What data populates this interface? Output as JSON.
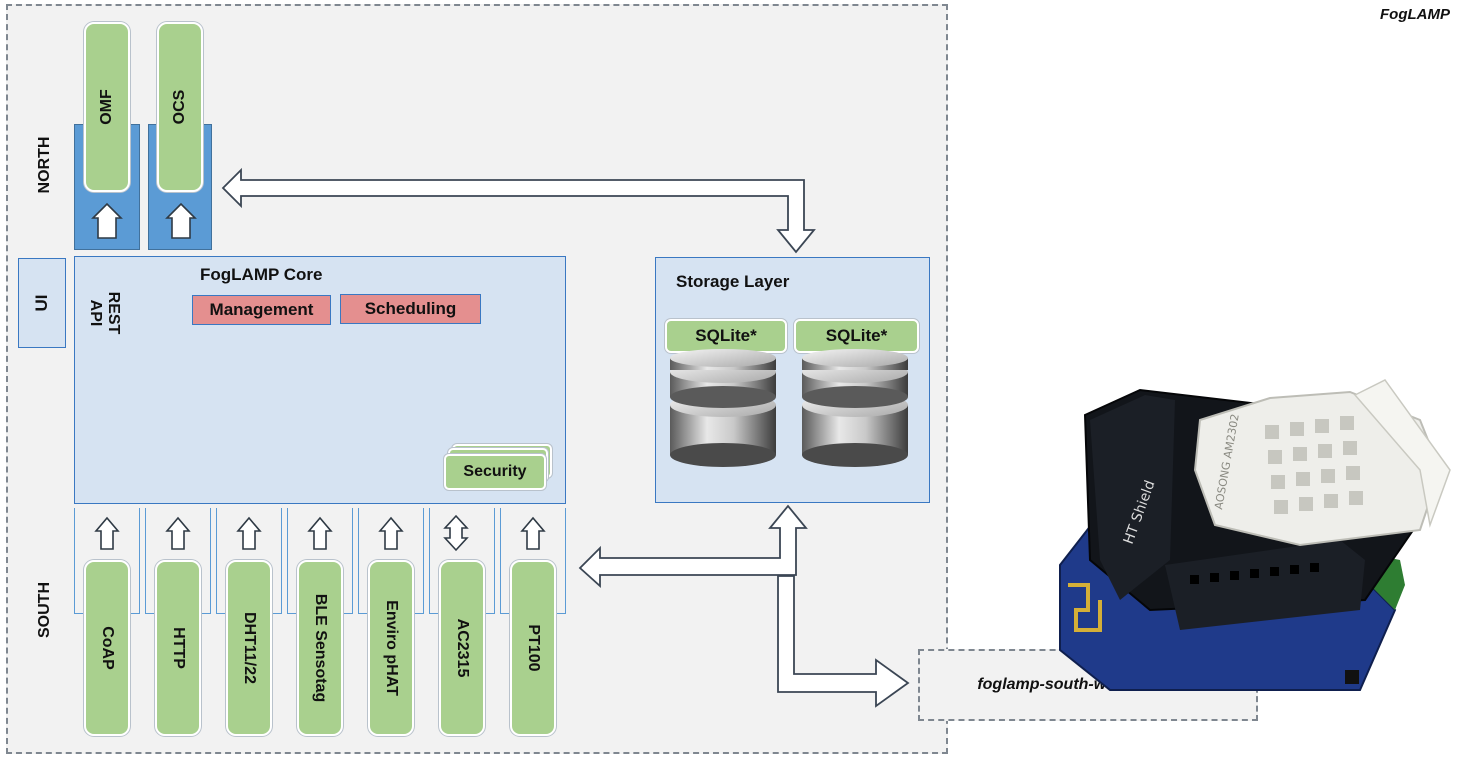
{
  "frame": {
    "title": "FogLAMP"
  },
  "north": {
    "label": "NORTH",
    "plugins": [
      "OMF",
      "OCS"
    ]
  },
  "ui": {
    "label": "UI"
  },
  "core": {
    "rest_api": "REST API",
    "title": "FogLAMP Core",
    "management": "Management",
    "scheduling": "Scheduling",
    "security": "Security"
  },
  "storage": {
    "title": "Storage Layer",
    "engines": [
      "SQLite*",
      "SQLite*"
    ]
  },
  "south": {
    "label": "SOUTH",
    "plugins": [
      "CoAP",
      "HTTP",
      "DHT11/22",
      "BLE Sensotag",
      "Enviro pHAT",
      "AC2315",
      "PT100"
    ]
  },
  "callout": {
    "text": "foglamp-south-wemosDHT22"
  },
  "photo": {
    "board_text": "HT Shield",
    "sensor_text": "AOSONG AM2302"
  },
  "colors": {
    "plugin_green": "#a9d08e",
    "core_blue": "#d6e3f2",
    "tag_red": "#e48f8f",
    "north_blue": "#5b9bd5"
  }
}
